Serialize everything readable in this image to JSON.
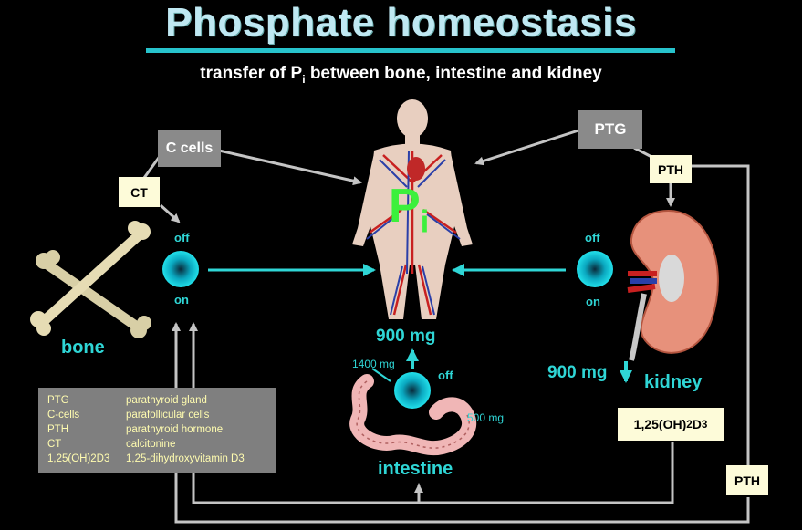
{
  "title": "Phosphate homeostasis",
  "subtitle": {
    "prefix": "transfer of P",
    "sub": "i",
    "suffix": " between bone, intestine and kidney"
  },
  "boxes": {
    "c_cells": "C cells",
    "ptg": "PTG",
    "ct": "CT",
    "pth_top": "PTH",
    "pth_bottom": "PTH",
    "vitd_prefix": "1,25(OH)",
    "vitd_sub1": "2",
    "vitd_mid": "D",
    "vitd_sub2": "3"
  },
  "center_label": {
    "main": "P",
    "sub": "i"
  },
  "switches": {
    "bone": {
      "off": "off",
      "on": "on"
    },
    "kidney": {
      "off": "off",
      "on": "on"
    },
    "intestine": {
      "off": "off"
    }
  },
  "labels": {
    "bone": "bone",
    "kidney": "kidney",
    "intestine": "intestine",
    "absorbed": "900 mg",
    "excreted": "900 mg",
    "intake": "1400 mg",
    "fecal": "500 mg"
  },
  "legend": [
    {
      "abbr": "PTG",
      "meaning": "parathyroid gland"
    },
    {
      "abbr": "C-cells",
      "meaning": "parafollicular cells"
    },
    {
      "abbr": "PTH",
      "meaning": "parathyroid hormone"
    },
    {
      "abbr": "CT",
      "meaning": "calcitonine"
    },
    {
      "abbr": "1,25(OH)2D3",
      "meaning": "1,25-dihydroxyvitamin D3"
    }
  ],
  "colors": {
    "background": "#000000",
    "accent_cyan": "#2fd6d6",
    "title": "#bfe8f2",
    "gray_box": "#8a8a8a",
    "yellow_box": "#fdfbd9",
    "arrow_gray": "#b8b8b8",
    "pi_green": "#3cf03c"
  }
}
